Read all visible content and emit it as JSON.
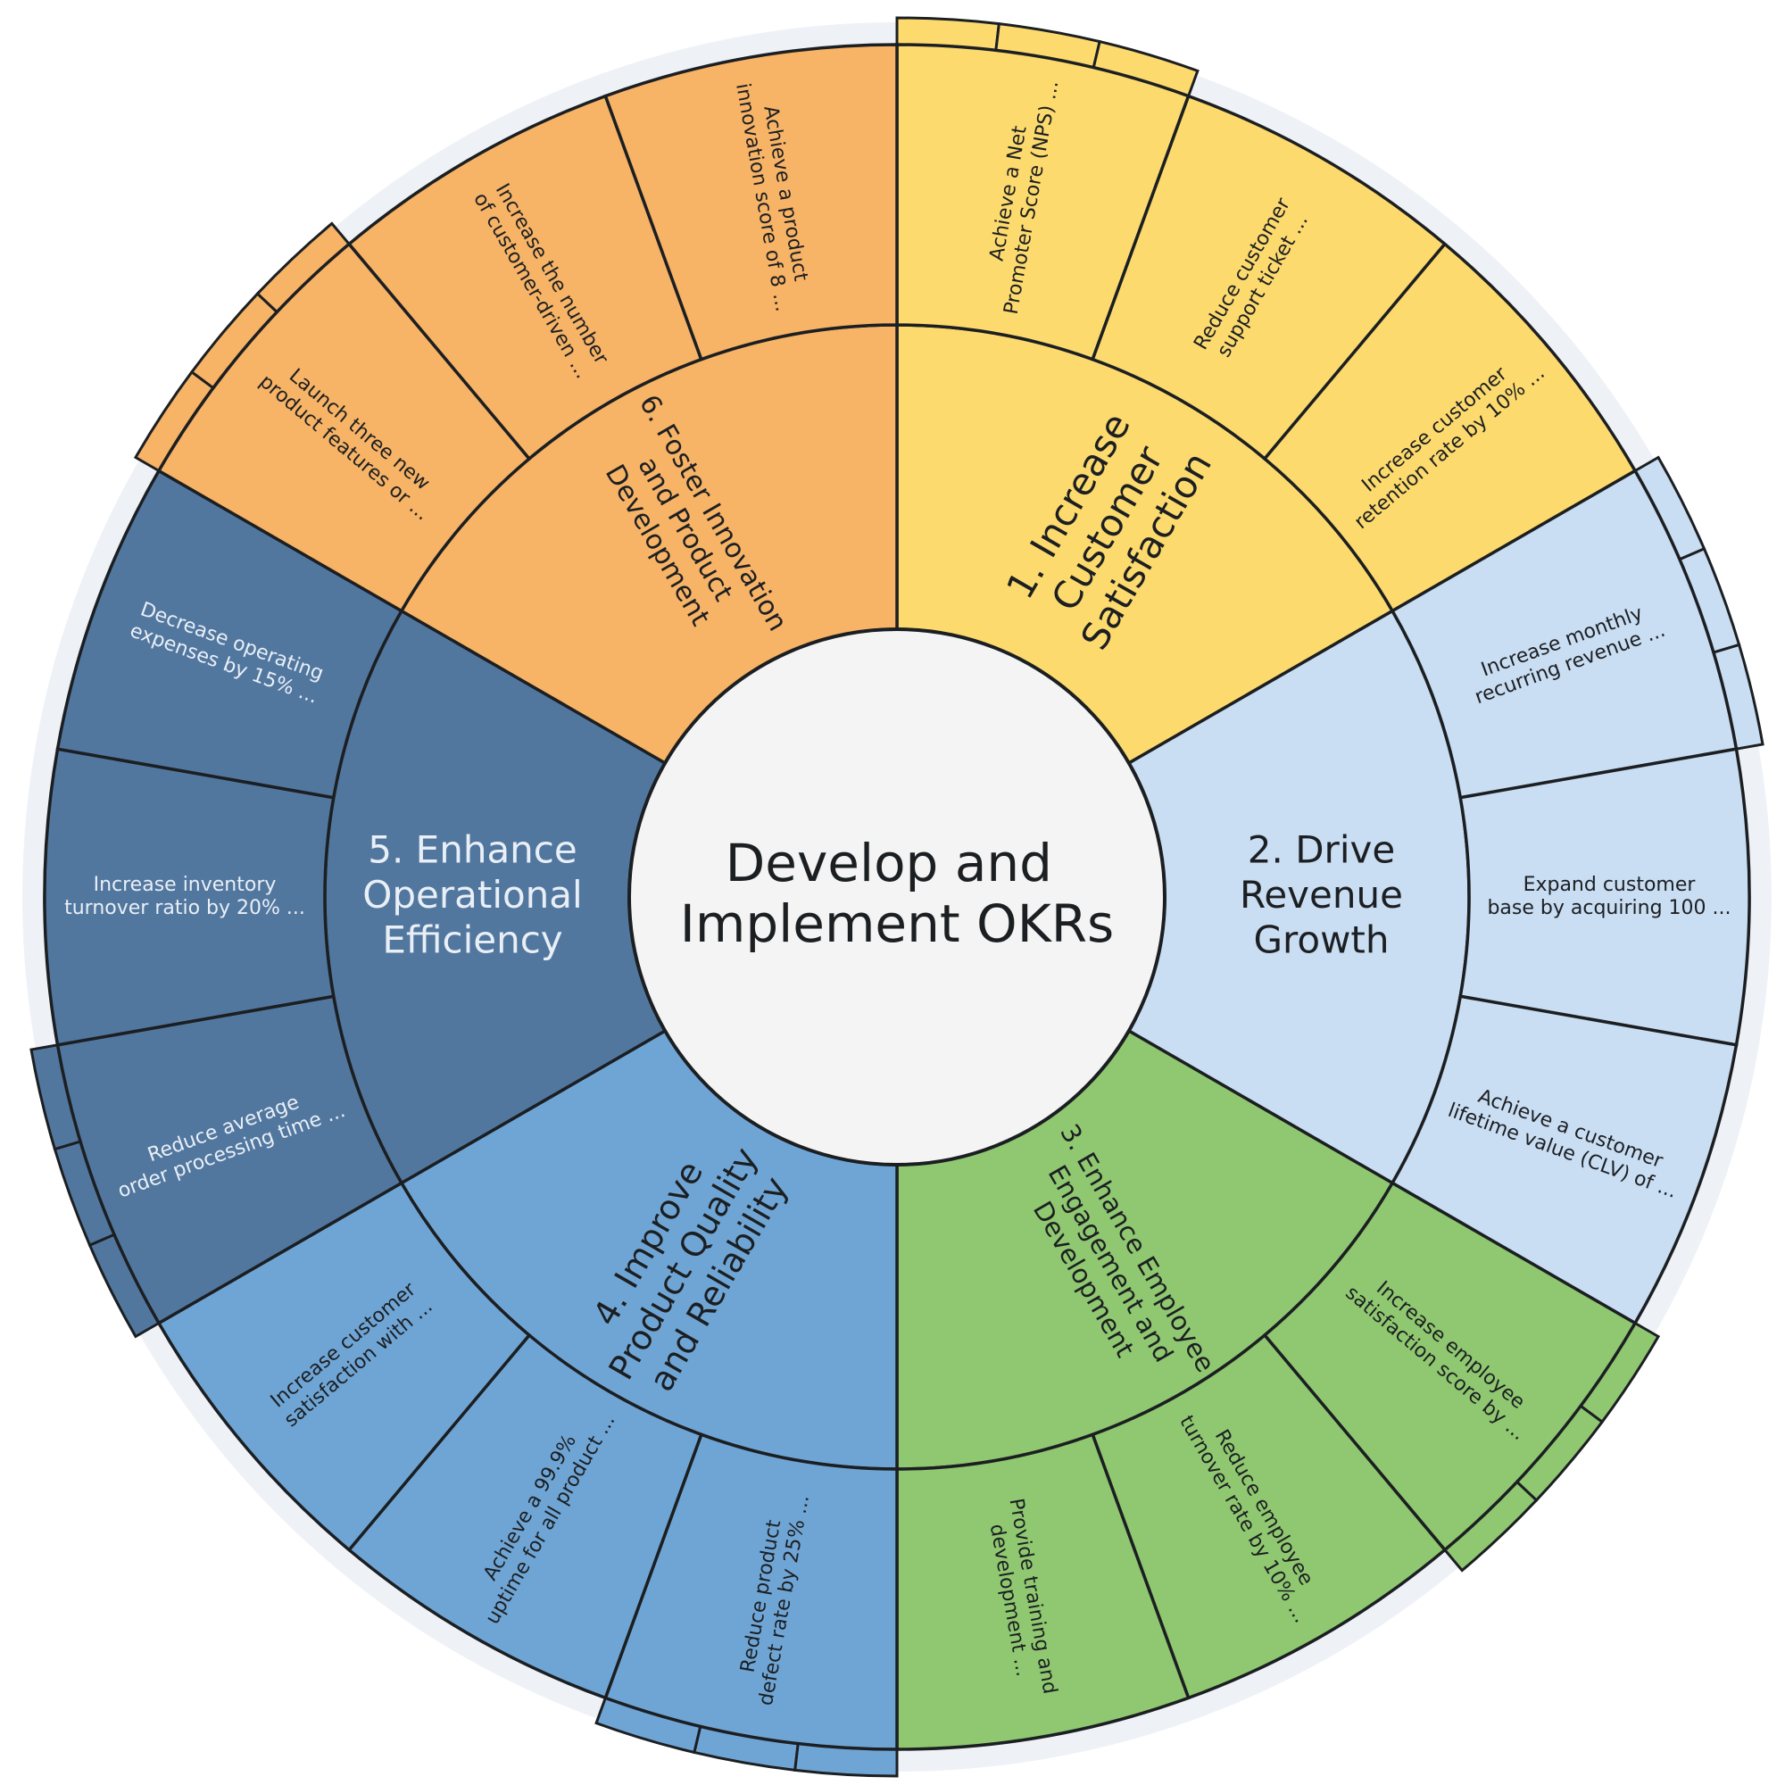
{
  "center": {
    "lines": [
      "Develop and",
      "Implement OKRs"
    ],
    "color": "#f4f4f4"
  },
  "stroke_color": "#1c1f22",
  "background_ring_color": "#eef2f7",
  "objectives": [
    {
      "lines": [
        "1. Increase",
        "Customer",
        "Satisfaction"
      ],
      "color": "#fdda6e",
      "text_color": "#1c1f22",
      "key_results": [
        {
          "lines": [
            "Achieve a Net",
            "Promoter Score (NPS) ..."
          ]
        },
        {
          "lines": [
            "Reduce customer",
            "support ticket ..."
          ]
        },
        {
          "lines": [
            "Increase customer",
            "retention rate by 10% ..."
          ]
        }
      ]
    },
    {
      "lines": [
        "2. Drive",
        "Revenue",
        "Growth"
      ],
      "color": "#c9ddf3",
      "text_color": "#1c1f22",
      "key_results": [
        {
          "lines": [
            "Increase monthly",
            "recurring revenue ..."
          ]
        },
        {
          "lines": [
            "Expand customer",
            "base by acquiring 100 ..."
          ]
        },
        {
          "lines": [
            "Achieve a customer",
            "lifetime value (CLV) of ..."
          ]
        }
      ]
    },
    {
      "lines": [
        "3. Enhance Employee",
        "Engagement and",
        "Development"
      ],
      "color": "#8fc870",
      "text_color": "#1c1f22",
      "key_results": [
        {
          "lines": [
            "Increase employee",
            "satisfaction score by ..."
          ]
        },
        {
          "lines": [
            "Reduce employee",
            "turnover rate by 10% ..."
          ]
        },
        {
          "lines": [
            "Provide training and",
            "development ..."
          ]
        }
      ]
    },
    {
      "lines": [
        "4. Improve",
        "Product Quality",
        "and Reliability"
      ],
      "color": "#6fa5d5",
      "text_color": "#1c1f22",
      "key_results": [
        {
          "lines": [
            "Reduce product",
            "defect rate by 25% ..."
          ]
        },
        {
          "lines": [
            "Achieve a 99.9%",
            "uptime for all product ..."
          ]
        },
        {
          "lines": [
            "Increase customer",
            "satisfaction with ..."
          ]
        }
      ]
    },
    {
      "lines": [
        "5. Enhance",
        "Operational",
        "Efficiency"
      ],
      "color": "#52779f",
      "text_color": "#e9eff6",
      "key_results": [
        {
          "lines": [
            "Reduce average",
            "order processing time ..."
          ]
        },
        {
          "lines": [
            "Increase inventory",
            "turnover ratio by 20% ..."
          ]
        },
        {
          "lines": [
            "Decrease operating",
            "expenses by 15% ..."
          ]
        }
      ]
    },
    {
      "lines": [
        "6. Foster Innovation",
        "and Product",
        "Development"
      ],
      "color": "#f7b366",
      "text_color": "#1c1f22",
      "key_results": [
        {
          "lines": [
            "Launch three new",
            "product features or ..."
          ]
        },
        {
          "lines": [
            "Increase the number",
            "of customer-driven ..."
          ]
        },
        {
          "lines": [
            "Achieve a product",
            "innovation score of 8 ..."
          ]
        }
      ]
    }
  ]
}
